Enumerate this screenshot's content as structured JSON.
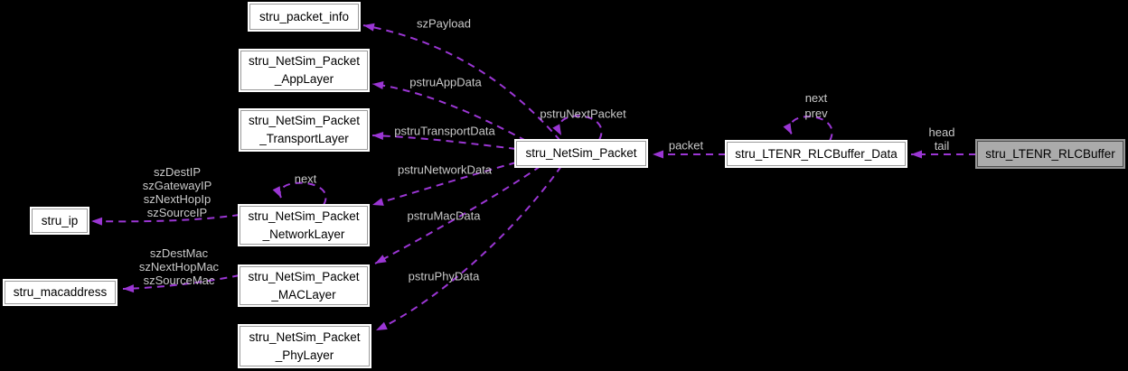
{
  "nodes": {
    "packet_info": {
      "label": "stru_packet_info"
    },
    "app_layer": {
      "label": "stru_NetSim_Packet\n_AppLayer"
    },
    "transport_layer": {
      "label": "stru_NetSim_Packet\n_TransportLayer"
    },
    "netsim_packet": {
      "label": "stru_NetSim_Packet"
    },
    "ip": {
      "label": "stru_ip"
    },
    "network_layer": {
      "label": "stru_NetSim_Packet\n_NetworkLayer"
    },
    "macaddress": {
      "label": "stru_macaddress"
    },
    "mac_layer": {
      "label": "stru_NetSim_Packet\n_MACLayer"
    },
    "phy_layer": {
      "label": "stru_NetSim_Packet\n_PhyLayer"
    },
    "rlc_buffer_data": {
      "label": "stru_LTENR_RLCBuffer_Data"
    },
    "rlc_buffer": {
      "label": "stru_LTENR_RLCBuffer"
    }
  },
  "edge_labels": {
    "payload": "szPayload",
    "app_data": "pstruAppData",
    "transport_data": "pstruTransportData",
    "next_packet": "pstruNextPacket",
    "network_data": "pstruNetworkData",
    "mac_data": "pstruMacData",
    "phy_data": "pstruPhyData",
    "packet": "packet",
    "network_next": "next",
    "rlc_next_prev": "next\nprev",
    "head_tail": "head\ntail",
    "ip_fields": "szDestIP\nszGatewayIP\nszNextHopIp\nszSourceIP",
    "mac_fields": "szDestMac\nszNextHopMac\nszSourceMac"
  },
  "colors": {
    "background": "#000000",
    "edge": "#9b36d4",
    "edge_label_text": "#c9c9c9",
    "node_fill": "#ffffff",
    "node_text": "#000000",
    "highlight_node_fill": "#ababab"
  }
}
